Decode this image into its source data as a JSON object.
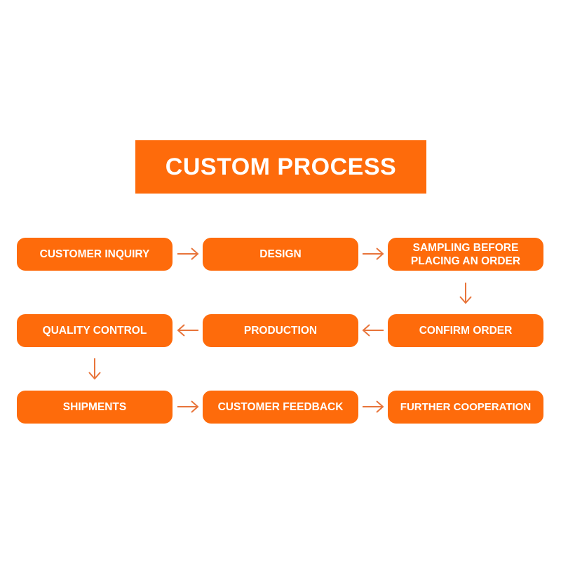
{
  "title": "CUSTOM PROCESS",
  "colors": {
    "accent": "#fe6b0b",
    "text": "#ffffff",
    "arrow": "#e8743a"
  },
  "steps": [
    {
      "label": "CUSTOMER INQUIRY"
    },
    {
      "label": "DESIGN"
    },
    {
      "label_line1": "SAMPLING BEFORE",
      "label_line2": "PLACING AN ORDER"
    },
    {
      "label": "CONFIRM ORDER"
    },
    {
      "label": "PRODUCTION"
    },
    {
      "label": "QUALITY CONTROL"
    },
    {
      "label": "SHIPMENTS"
    },
    {
      "label": "CUSTOMER FEEDBACK"
    },
    {
      "label": "FURTHER COOPERATION"
    }
  ],
  "arrows": [
    {
      "from": "CUSTOMER INQUIRY",
      "to": "DESIGN",
      "direction": "right"
    },
    {
      "from": "DESIGN",
      "to": "SAMPLING BEFORE PLACING AN ORDER",
      "direction": "right"
    },
    {
      "from": "SAMPLING BEFORE PLACING AN ORDER",
      "to": "CONFIRM ORDER",
      "direction": "down"
    },
    {
      "from": "CONFIRM ORDER",
      "to": "PRODUCTION",
      "direction": "left"
    },
    {
      "from": "PRODUCTION",
      "to": "QUALITY CONTROL",
      "direction": "left"
    },
    {
      "from": "QUALITY CONTROL",
      "to": "SHIPMENTS",
      "direction": "down"
    },
    {
      "from": "SHIPMENTS",
      "to": "CUSTOMER FEEDBACK",
      "direction": "right"
    },
    {
      "from": "CUSTOMER FEEDBACK",
      "to": "FURTHER COOPERATION",
      "direction": "right"
    }
  ]
}
